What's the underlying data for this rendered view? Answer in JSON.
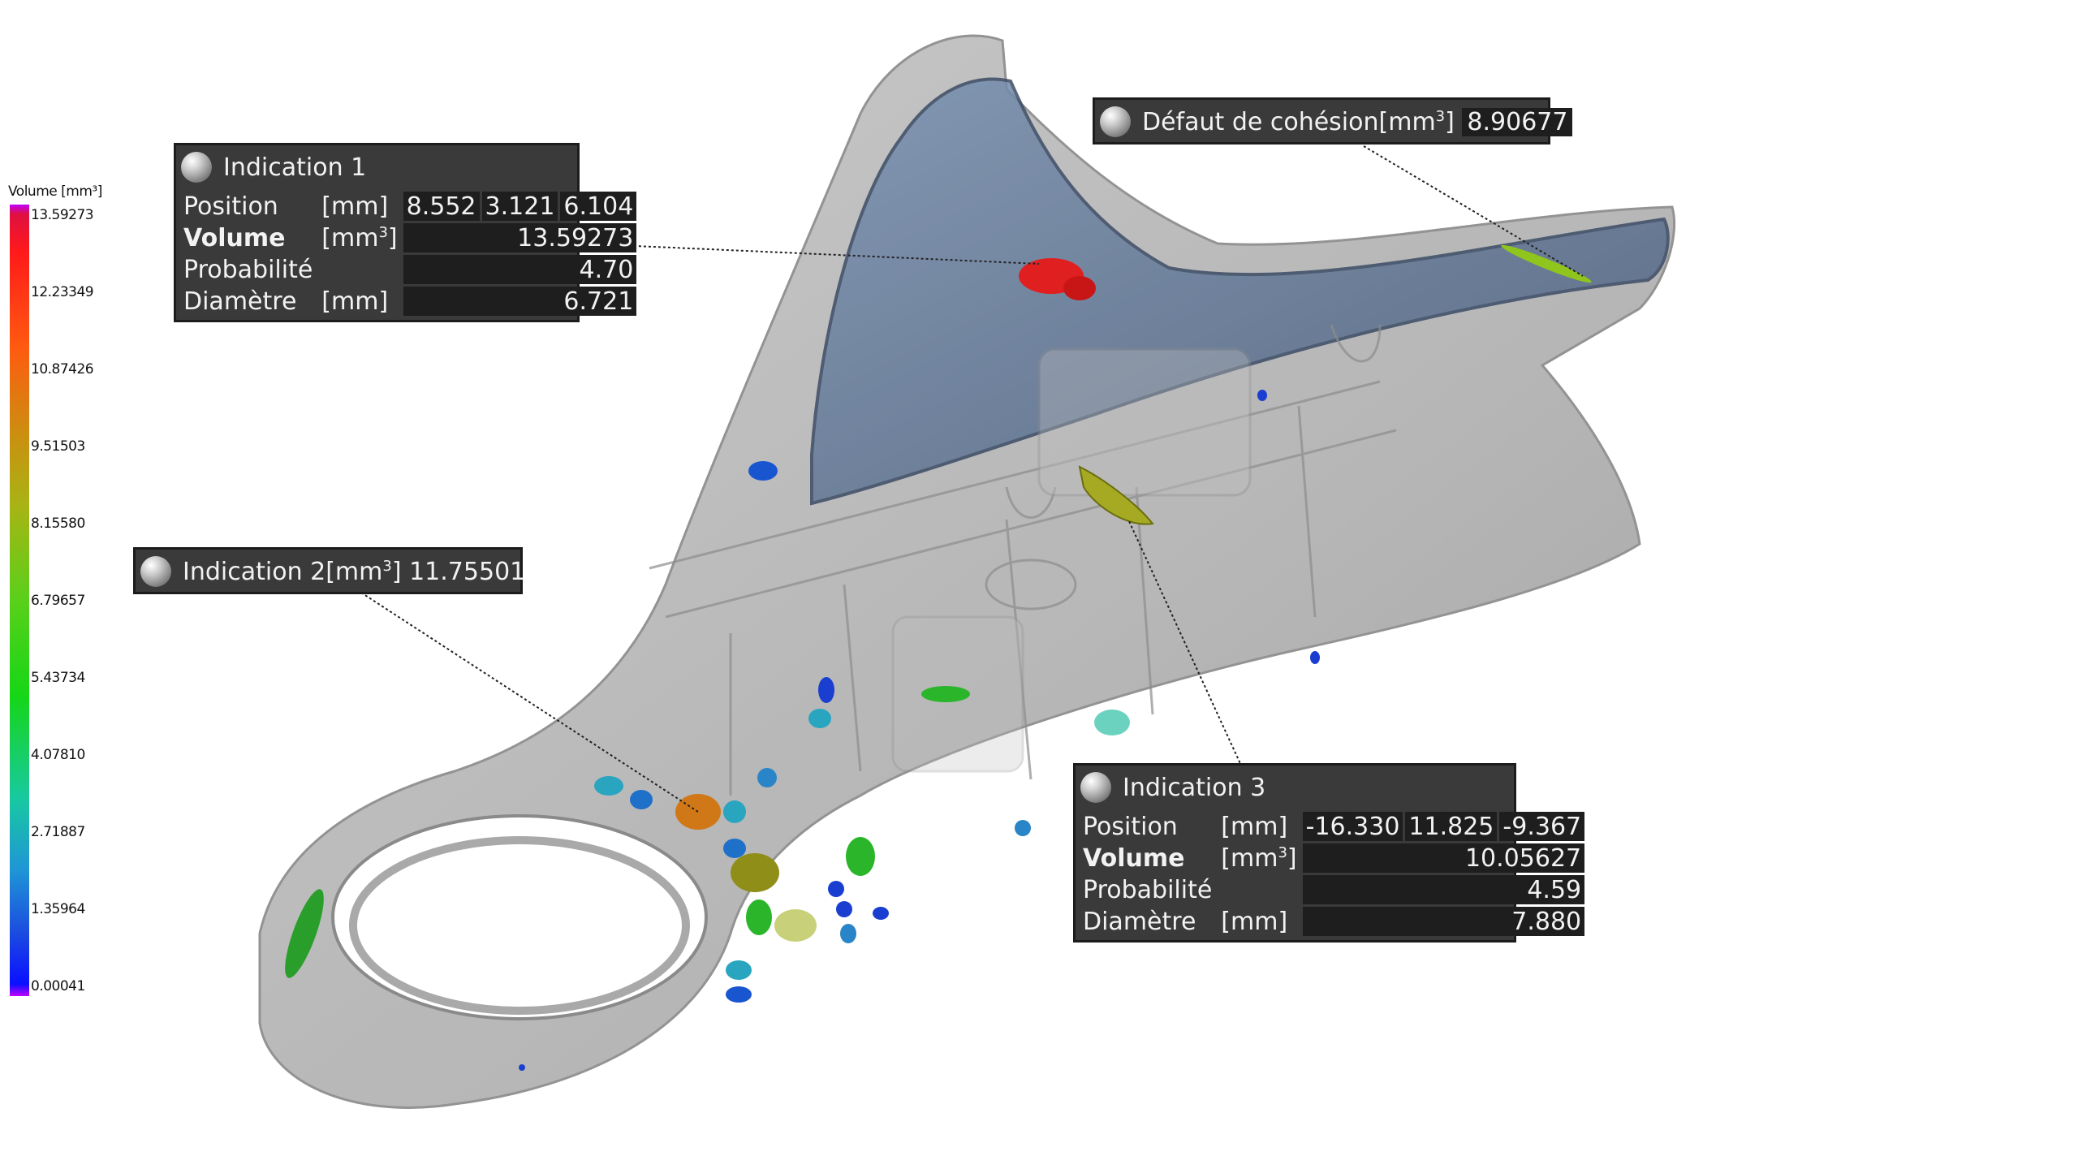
{
  "legend": {
    "title": "Volume [mm³]",
    "ticks": [
      "13.59273",
      "12.23349",
      "10.87426",
      "9.51503",
      "8.15580",
      "6.79657",
      "5.43734",
      "4.07810",
      "2.71887",
      "1.35964",
      "0.00041"
    ]
  },
  "annotations": {
    "indication1": {
      "title": "Indication 1",
      "rows": {
        "position": {
          "label": "Position",
          "unit": "[mm]",
          "values": [
            "8.552",
            "3.121",
            "6.104"
          ]
        },
        "volume": {
          "label": "Volume",
          "unit_base": "[mm",
          "unit_exp": "3",
          "unit_end": "]",
          "value": "13.59273"
        },
        "probabilite": {
          "label": "Probabilité",
          "value": "4.70"
        },
        "diametre": {
          "label": "Diamètre",
          "unit": "[mm]",
          "value": "6.721"
        }
      }
    },
    "indication2": {
      "title": "Indication 2",
      "unit_base": "[mm",
      "unit_exp": "3",
      "unit_end": "]",
      "value": "11.75501"
    },
    "indication3": {
      "title": "Indication 3",
      "rows": {
        "position": {
          "label": "Position",
          "unit": "[mm]",
          "values": [
            "-16.330",
            "11.825",
            "-9.367"
          ]
        },
        "volume": {
          "label": "Volume",
          "unit_base": "[mm",
          "unit_exp": "3",
          "unit_end": "]",
          "value": "10.05627"
        },
        "probabilite": {
          "label": "Probabilité",
          "value": "4.59"
        },
        "diametre": {
          "label": "Diamètre",
          "unit": "[mm]",
          "value": "7.880"
        }
      }
    },
    "defaut": {
      "title": "Défaut de cohésion",
      "unit_base": "[mm",
      "unit_exp": "3",
      "unit_end": "]",
      "value": "8.90677"
    }
  },
  "colors": {
    "part_fill": "#b8b8b8",
    "cavity": "#5f7796",
    "defect_red": "#e02020",
    "defect_orange": "#d07818",
    "defect_olive": "#9aa018",
    "defect_green": "#2ab52a",
    "defect_cyan": "#2aa5c0",
    "defect_blue": "#1a3fd0"
  }
}
